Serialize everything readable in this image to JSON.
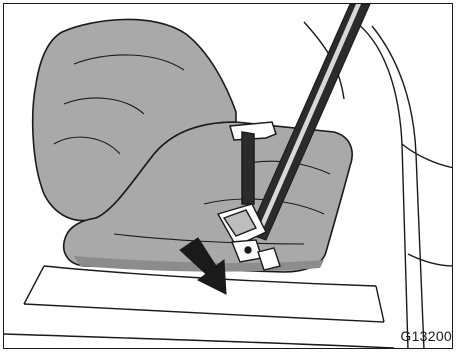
{
  "figure": {
    "code": "G13200",
    "depicts": [
      "vehicle-seat",
      "rear-facing-infant-seat",
      "seat-belt",
      "buckle",
      "direction-arrow"
    ]
  },
  "colors": {
    "line": "#1a1a1a",
    "seat_fill": "#a9a9a9",
    "seat_shadow": "#8c8c8c",
    "belt": "#2b2b2b",
    "belt_highlight": "#d8d8d8",
    "paper": "#ffffff"
  }
}
